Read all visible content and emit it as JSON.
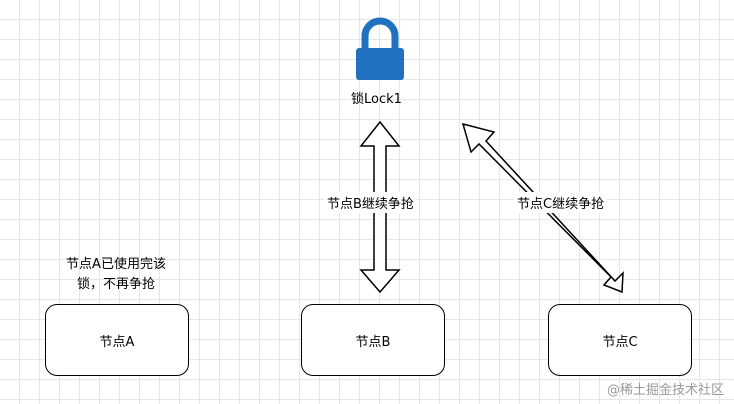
{
  "lock": {
    "icon": "lock-icon",
    "label": "锁Lock1",
    "color": "#2171c1"
  },
  "nodes": {
    "a": {
      "label": "节点A"
    },
    "b": {
      "label": "节点B"
    },
    "c": {
      "label": "节点C"
    }
  },
  "edges": {
    "b_lock": {
      "label": "节点B继续争抢"
    },
    "c_lock": {
      "label": "节点C继续争抢"
    }
  },
  "note": {
    "line1": "节点A已使用完该",
    "line2": "锁，不再争抢"
  },
  "watermark": "@稀土掘金技术社区"
}
